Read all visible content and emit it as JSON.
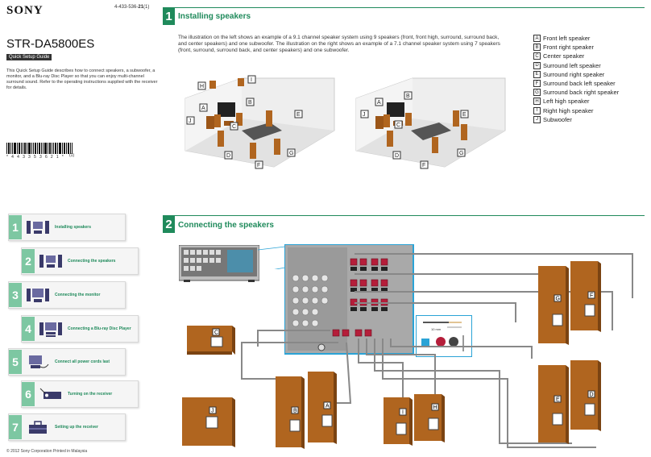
{
  "header": {
    "brand": "SONY",
    "doc_number": "4-433-536-",
    "doc_number_bold": "21",
    "doc_number_suffix": "(1)",
    "model": "STR-DA5800ES",
    "badge": "Quick Setup Guide",
    "description": "This Quick Setup Guide describes how to connect speakers, a subwoofer, a monitor, and a Blu-ray Disc Player so that you can enjoy multi-channel surround sound. Refer to the operating instructions supplied with the receiver for details.",
    "barcode_text": "* 4 4 3 3 5 3 6 2 1 *",
    "barcode_suffix": "(1)"
  },
  "section1": {
    "num": "1",
    "title": "Installing speakers",
    "intro": "The illustration on the left shows an example of a 9.1 channel speaker system using 9 speakers (front, front high, surround, surround back, and center speakers) and one subwoofer. The illustration on the right shows an example of a 7.1 channel speaker system using 7 speakers (front, surround, surround back, and center speakers) and one subwoofer."
  },
  "legend": [
    {
      "key": "A",
      "label": "Front left speaker"
    },
    {
      "key": "B",
      "label": "Front right speaker"
    },
    {
      "key": "C",
      "label": "Center speaker"
    },
    {
      "key": "D",
      "label": "Surround left speaker"
    },
    {
      "key": "E",
      "label": "Surround right speaker"
    },
    {
      "key": "F",
      "label": "Surround back left speaker"
    },
    {
      "key": "G",
      "label": "Surround back right speaker"
    },
    {
      "key": "H",
      "label": "Left high speaker"
    },
    {
      "key": "I",
      "label": "Right high speaker"
    },
    {
      "key": "J",
      "label": "Subwoofer"
    }
  ],
  "section2": {
    "num": "2",
    "title": "Connecting the speakers",
    "inset_label": "10 mm"
  },
  "steps": [
    {
      "num": "1",
      "label": "Installing speakers"
    },
    {
      "num": "2",
      "label": "Connecting the speakers"
    },
    {
      "num": "3",
      "label": "Connecting the monitor"
    },
    {
      "num": "4",
      "label": "Connecting a Blu-ray Disc Player"
    },
    {
      "num": "5",
      "label": "Connect all power cords last"
    },
    {
      "num": "6",
      "label": "Turning on the receiver"
    },
    {
      "num": "7",
      "label": "Setting up the receiver"
    }
  ],
  "footer": {
    "copyright": "© 2012 Sony Corporation   Printed in Malaysia"
  },
  "colors": {
    "accent": "#1f8a5b",
    "step_number": "#7dc7a2",
    "speaker_wood": "#b0651f",
    "inset_blue": "#2aa3d6"
  }
}
